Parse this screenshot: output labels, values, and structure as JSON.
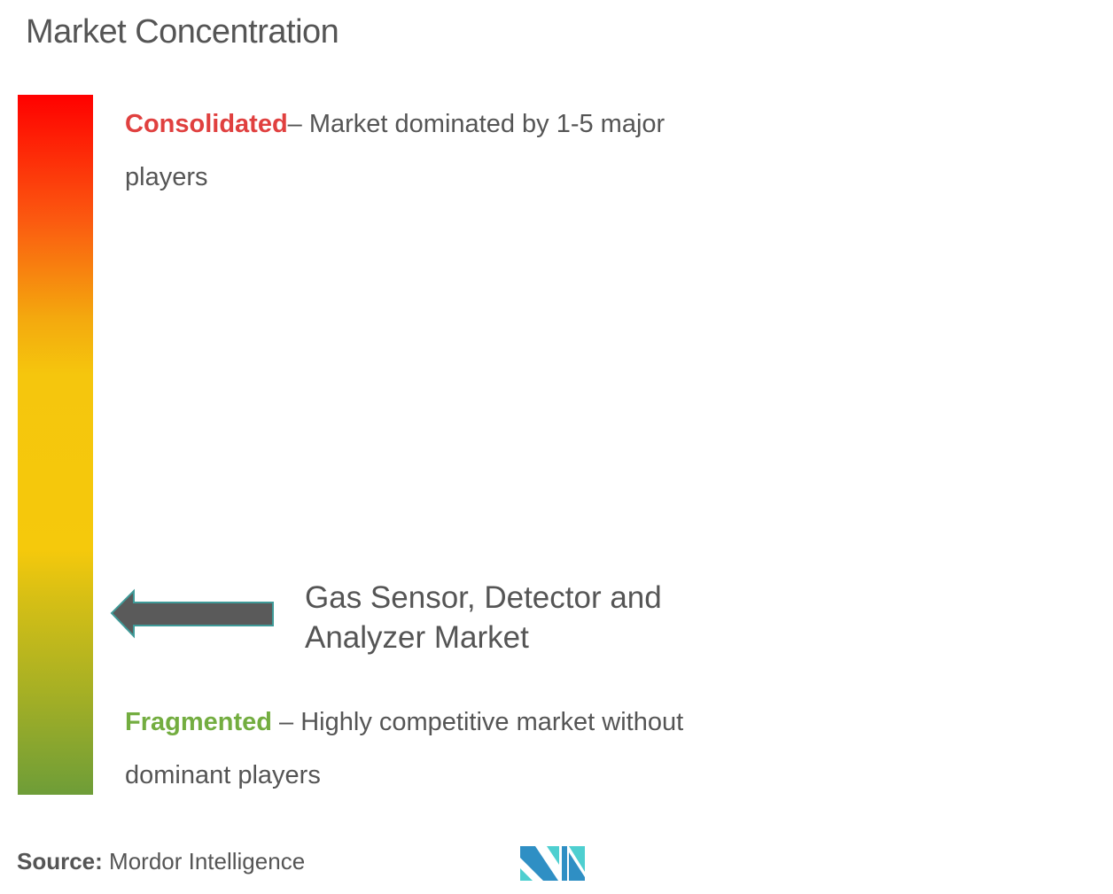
{
  "title": "Market Concentration",
  "scale": {
    "consolidated": {
      "label": "Consolidated",
      "description": "– Market dominated by 1-5 major players",
      "color": "#e0403f"
    },
    "fragmented": {
      "label": "Fragmented",
      "description": " – Highly competitive market without dominant players",
      "color": "#73ad40"
    }
  },
  "market": {
    "name": "Gas Sensor, Detector and Analyzer Market"
  },
  "source": {
    "label": "Source:",
    "value": " Mordor Intelligence"
  }
}
